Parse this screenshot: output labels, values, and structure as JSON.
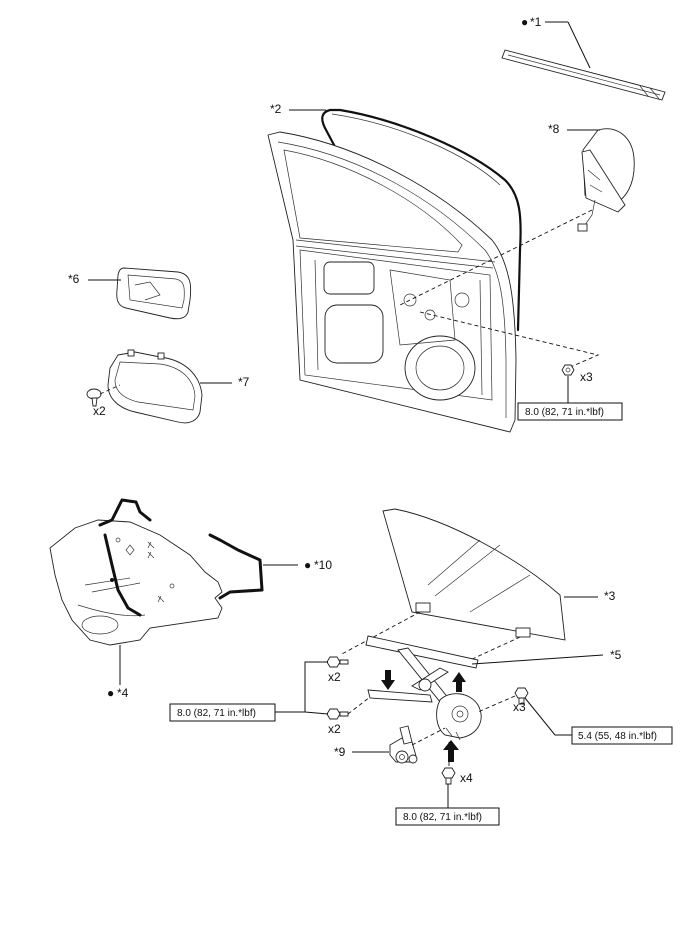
{
  "labels": {
    "p1": "*1",
    "p2": "*2",
    "p3": "*3",
    "p4": "*4",
    "p5": "*5",
    "p6": "*6",
    "p7": "*7",
    "p8": "*8",
    "p9": "*9",
    "p10": "*10"
  },
  "quantities": {
    "q_nut_mirror": "x3",
    "q_clip_service_hole": "x2",
    "q_bolt_upper": "x2",
    "q_bolt_lower": "x2",
    "q_bolt_regulator": "x3",
    "q_bolt_motor": "x4"
  },
  "torques": {
    "t_mirror": "8.0 (82, 71 in.*lbf)",
    "t_glass_bolts": "8.0 (82, 71 in.*lbf)",
    "t_regulator": "5.4 (55, 48 in.*lbf)",
    "t_motor": "8.0 (82, 71 in.*lbf)"
  },
  "markers": {
    "dot": "●"
  }
}
